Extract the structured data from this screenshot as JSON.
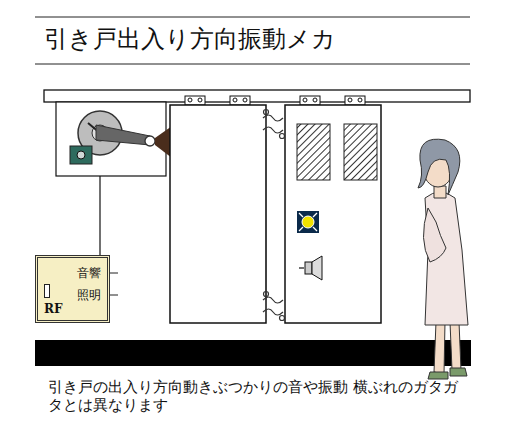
{
  "diagram": {
    "title": "引き戸出入り方向振動メカ",
    "caption": "引き戸の出入り方向動きぶつかりの音や振動 横ぶれのガタガタとは異なります",
    "nodes": [
      {
        "text": [
          "音響",
          "照明",
          "RF"
        ]
      }
    ]
  }
}
